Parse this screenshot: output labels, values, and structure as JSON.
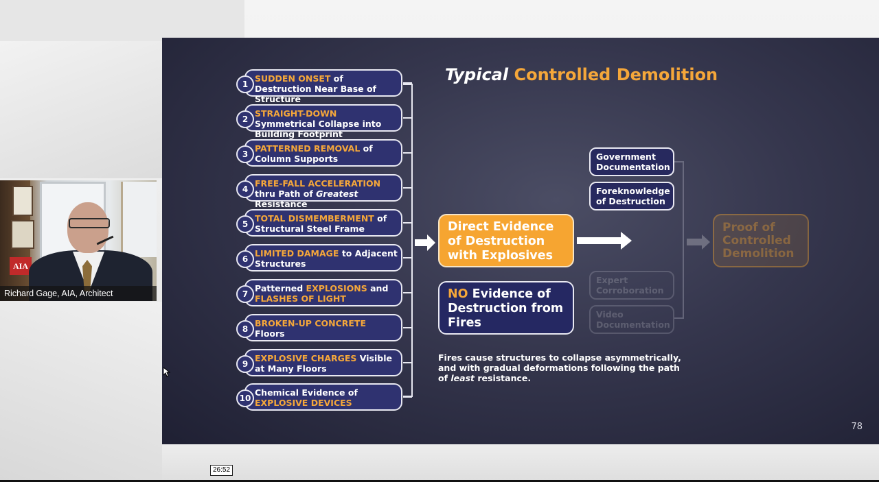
{
  "slide": {
    "title_italic": "Typical",
    "title_accent": "Controlled Demolition",
    "page_number": "78",
    "items": [
      {
        "num": "1",
        "h1": "SUDDEN ONSET",
        "t1": " of Destruction Near Base of Structure",
        "h2": "",
        "t2": ""
      },
      {
        "num": "2",
        "h1": "STRAIGHT-DOWN",
        "t1": " Symmetrical Collapse into Building Footprint",
        "h2": "",
        "t2": ""
      },
      {
        "num": "3",
        "h1": "PATTERNED REMOVAL",
        "t1": " of Column Supports",
        "h2": "",
        "t2": ""
      },
      {
        "num": "4",
        "h1": "FREE-FALL ACCELERATION",
        "t1": " thru Path of ",
        "h2": "",
        "t2": ""
      },
      {
        "num": "5",
        "h1": "TOTAL DISMEMBERMENT",
        "t1": " of Structural Steel Frame",
        "h2": "",
        "t2": ""
      },
      {
        "num": "6",
        "h1": "LIMITED DAMAGE",
        "t1": " to Adjacent Structures",
        "h2": "",
        "t2": ""
      },
      {
        "num": "7",
        "h1": "",
        "t1": "Patterned ",
        "h2": "EXPLOSIONS",
        "t2": " and "
      },
      {
        "num": "8",
        "h1": "BROKEN-UP CONCRETE",
        "t1": " Floors",
        "h2": "",
        "t2": ""
      },
      {
        "num": "9",
        "h1": "EXPLOSIVE CHARGES",
        "t1": " Visible at Many Floors",
        "h2": "",
        "t2": ""
      },
      {
        "num": "10",
        "h1": "",
        "t1": "Chemical Evidence of ",
        "h2": "EXPLOSIVE DEVICES",
        "t2": ""
      }
    ],
    "item4_italic": "Greatest",
    "item4_tail": " Resistance",
    "item7_tail": "FLASHES OF LIGHT",
    "direct_evidence": "Direct Evidence of Destruction with Explosives",
    "no_evidence_accent": "NO",
    "no_evidence_rest": " Evidence of Destruction from Fires",
    "note_part1": "Fires cause structures to collapse asymmetrically, and with gradual deformations following the path of ",
    "note_italic": "least",
    "note_part2": " resistance.",
    "side_boxes": [
      {
        "label": "Government Documentation"
      },
      {
        "label": "Foreknowledge of Destruction"
      },
      {
        "label": "Expert Corroboration"
      },
      {
        "label": "Video Documentation"
      }
    ],
    "proof": "Proof of Controlled Demolition"
  },
  "webcam": {
    "name_label": "Richard Gage, AIA, Architect",
    "sign_text": "AIA"
  },
  "player": {
    "hover_time": "26:52"
  },
  "colors": {
    "accent": "#f5a73a",
    "navy": "#2f3270"
  }
}
